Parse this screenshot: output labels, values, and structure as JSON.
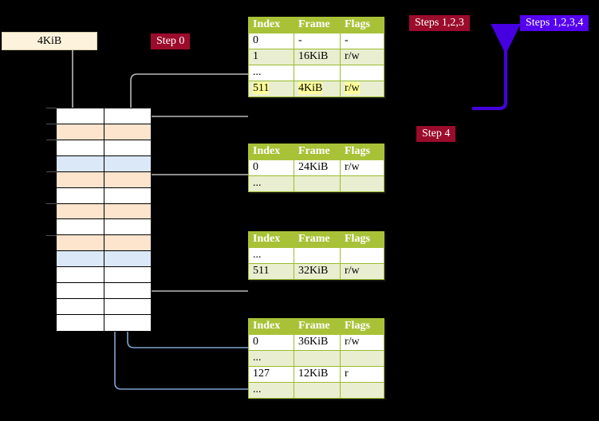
{
  "title": "Multi-level page table walk diagram",
  "size_box": {
    "label": "4KiB"
  },
  "badges": {
    "step0": "Step 0",
    "steps123": "Steps 1,2,3",
    "steps1234": "Steps 1,2,3,4",
    "step4": "Step 4"
  },
  "colors": {
    "badge_red": "#9b0b2b",
    "badge_blue": "#5500ee",
    "table_header": "#a8c238",
    "table_alt_row": "#e9eed0",
    "highlight": "#ffff99",
    "frame_orange": "#fde4cd",
    "frame_blue": "#dbe8f7",
    "wire_gray": "#b9b9b9",
    "wire_blue": "#7fa3cc",
    "size_box_fill": "#fdf3dc"
  },
  "tables": [
    {
      "id": "pml4",
      "headers": [
        "Index",
        "Frame",
        "Flags"
      ],
      "rows": [
        {
          "style": "plain",
          "cells": [
            "0",
            "-",
            "-"
          ],
          "highlight": [
            false,
            false,
            false
          ]
        },
        {
          "style": "alt",
          "cells": [
            "1",
            "16KiB",
            "r/w"
          ],
          "highlight": [
            false,
            false,
            false
          ]
        },
        {
          "style": "plain",
          "cells": [
            "...",
            "",
            ""
          ],
          "highlight": [
            false,
            false,
            false
          ]
        },
        {
          "style": "alt",
          "cells": [
            "511",
            "4KiB",
            "r/w"
          ],
          "highlight": [
            true,
            true,
            true
          ]
        }
      ]
    },
    {
      "id": "pdpt",
      "headers": [
        "Index",
        "Frame",
        "Flags"
      ],
      "rows": [
        {
          "style": "plain",
          "cells": [
            "0",
            "24KiB",
            "r/w"
          ],
          "highlight": [
            false,
            false,
            false
          ]
        },
        {
          "style": "alt",
          "cells": [
            "...",
            "",
            ""
          ],
          "highlight": [
            false,
            false,
            false
          ]
        }
      ]
    },
    {
      "id": "pd",
      "headers": [
        "Index",
        "Frame",
        "Flags"
      ],
      "rows": [
        {
          "style": "plain",
          "cells": [
            "...",
            "",
            ""
          ],
          "highlight": [
            false,
            false,
            false
          ]
        },
        {
          "style": "alt",
          "cells": [
            "511",
            "32KiB",
            "r/w"
          ],
          "highlight": [
            false,
            false,
            false
          ]
        }
      ]
    },
    {
      "id": "pt",
      "headers": [
        "Index",
        "Frame",
        "Flags"
      ],
      "rows": [
        {
          "style": "plain",
          "cells": [
            "0",
            "36KiB",
            "r/w"
          ],
          "highlight": [
            false,
            false,
            false
          ]
        },
        {
          "style": "alt",
          "cells": [
            "...",
            "",
            ""
          ],
          "highlight": [
            false,
            false,
            false
          ]
        },
        {
          "style": "plain",
          "cells": [
            "127",
            "12KiB",
            "r"
          ],
          "highlight": [
            false,
            false,
            false
          ]
        },
        {
          "style": "alt",
          "cells": [
            "...",
            "",
            ""
          ],
          "highlight": [
            false,
            false,
            false
          ]
        }
      ]
    }
  ],
  "memory": {
    "frames": [
      "white",
      "orange",
      "white",
      "blue",
      "orange",
      "white",
      "orange",
      "white",
      "orange",
      "blue",
      "white",
      "white",
      "white",
      "white"
    ]
  }
}
